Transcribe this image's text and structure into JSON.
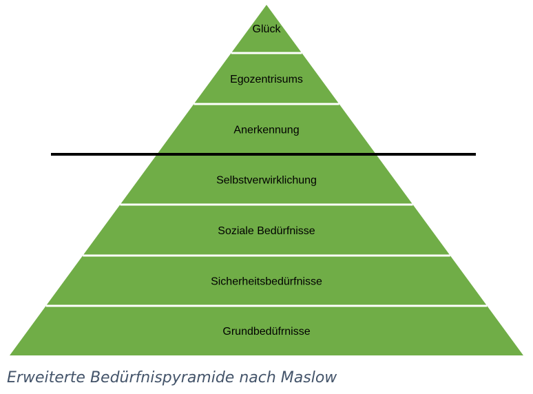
{
  "pyramid": {
    "levels": [
      {
        "label": "Glück"
      },
      {
        "label": "Egozentrisums"
      },
      {
        "label": "Anerkennung"
      },
      {
        "label": "Selbstverwirklichung"
      },
      {
        "label": "Soziale Bedürfnisse"
      },
      {
        "label": "Sicherheitsbedürfnisse"
      },
      {
        "label": "Grundbedüfrnisse"
      }
    ],
    "fill_color": "#70ad47",
    "separator_color": "#ffffff",
    "divider_line_color": "#000000"
  },
  "caption": "Erweiterte Bedürfnispyramide nach Maslow",
  "caption_color": "#44546a"
}
